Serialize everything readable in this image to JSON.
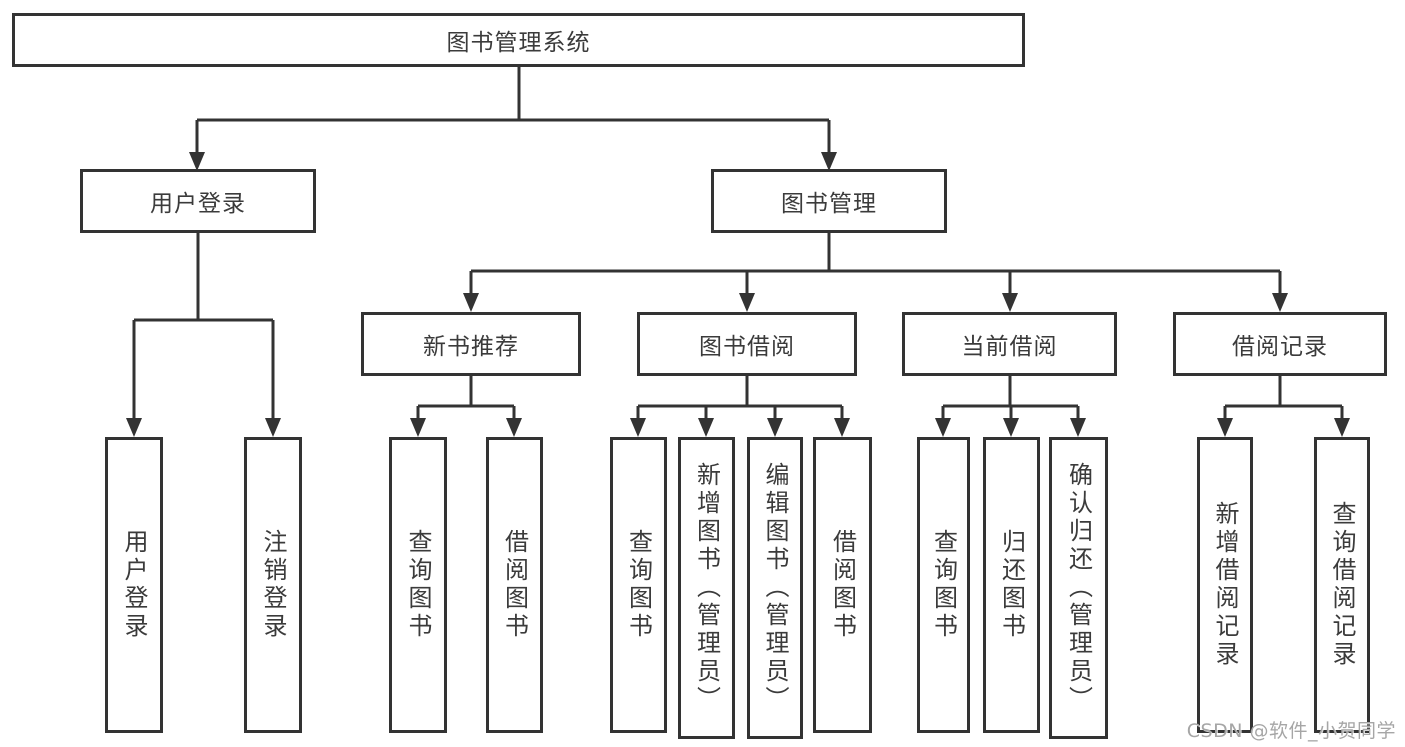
{
  "tree": {
    "root": {
      "label": "图书管理系统",
      "children": [
        {
          "label": "用户登录",
          "children": [
            {
              "label": "用户登录"
            },
            {
              "label": "注销登录"
            }
          ]
        },
        {
          "label": "图书管理",
          "children": [
            {
              "label": "新书推荐",
              "children": [
                {
                  "label": "查询图书"
                },
                {
                  "label": "借阅图书"
                }
              ]
            },
            {
              "label": "图书借阅",
              "children": [
                {
                  "label": "查询图书"
                },
                {
                  "label": "新增图书（管理员）"
                },
                {
                  "label": "编辑图书（管理员）"
                },
                {
                  "label": "借阅图书"
                }
              ]
            },
            {
              "label": "当前借阅",
              "children": [
                {
                  "label": "查询图书"
                },
                {
                  "label": "归还图书"
                },
                {
                  "label": "确认归还（管理员）"
                }
              ]
            },
            {
              "label": "借阅记录",
              "children": [
                {
                  "label": "新增借阅记录"
                },
                {
                  "label": "查询借阅记录"
                }
              ]
            }
          ]
        }
      ]
    }
  },
  "watermark": "CSDN @软件_小贺同学",
  "colors": {
    "line": "#333333",
    "border": "#333333",
    "text": "#3b3b3b",
    "background": "#ffffff",
    "watermark": "#a6a6a6"
  }
}
